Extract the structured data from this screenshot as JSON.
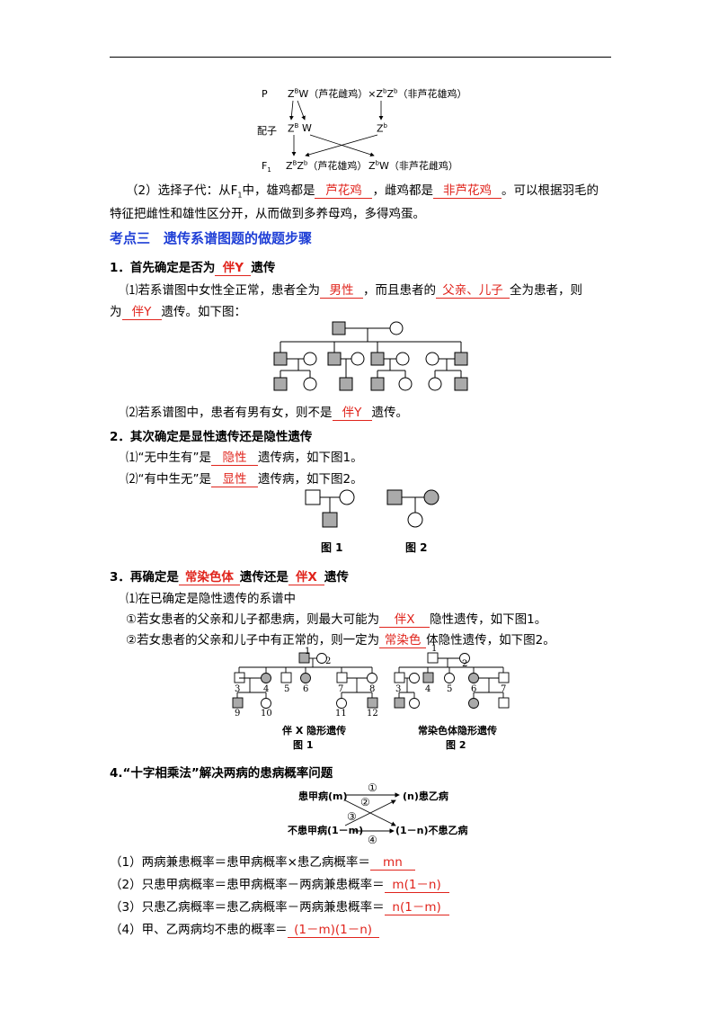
{
  "cross": {
    "p_label": "P",
    "p_left": "Z",
    "p_left_sup": "B",
    "p_left_w": "W（芦花雌鸡）×Z",
    "p_right_sup": "b",
    "p_right_z": "Z",
    "p_right_sup2": "b",
    "p_right_name": "（非芦花雄鸡）",
    "gamete_label": "配子",
    "gamete_zb": "Z",
    "gamete_zb_sup": "B",
    "gamete_w": "W",
    "gamete_right": "Z",
    "gamete_right_sup": "b",
    "f1_label": "F",
    "f1_sub": "1",
    "f1_left_z": "Z",
    "f1_left_sup": "B",
    "f1_left_z2": "Z",
    "f1_left_sup2": "b",
    "f1_left_name": "（芦花雄鸡）",
    "f1_right_z": "Z",
    "f1_right_sup": "b",
    "f1_right_name": "W（非芦花雌鸡）"
  },
  "sec0": {
    "line1_a": "（2）选择子代：从F",
    "line1_sub": "1",
    "line1_b": "中，雄鸡都是",
    "blank1": "芦花鸡",
    "line1_c": "，雌鸡都是",
    "blank2": "非芦花鸡",
    "line1_d": "。可以根据羽毛的",
    "line2": "特征把雌性和雄性区分开，从而做到多养母鸡，多得鸡蛋。"
  },
  "heading3": "考点三　遗传系谱图题的做题步骤",
  "step1": {
    "title_a": "1．首先确定是否为",
    "title_blank": "伴Y",
    "title_b": "遗传",
    "p1_a": "⑴若系谱图中女性全正常，患者全为",
    "p1_blank1": "男性",
    "p1_b": "，而且患者的",
    "p1_blank2": "父亲、儿子",
    "p1_c": "全为患者，则",
    "p2_a": "为",
    "p2_blank": "伴Y",
    "p2_b": "遗传。如下图：",
    "p3_a": "⑵若系谱图中，患者有男有女，则不是",
    "p3_blank": "伴Y",
    "p3_b": "遗传。"
  },
  "step2": {
    "title": "2．其次确定是显性遗传还是隐性遗传",
    "p1_a": "⑴“无中生有”是",
    "p1_blank": "隐性",
    "p1_b": "遗传病，如下图1。",
    "p2_a": "⑵“有中生无”是",
    "p2_blank": "显性",
    "p2_b": "遗传病，如下图2。",
    "fig1": "图 1",
    "fig2": "图 2"
  },
  "step3": {
    "title_a": "3．再确定是",
    "title_blank1": "常染色体",
    "title_b": "遗传还是",
    "title_blank2": "伴X",
    "title_c": "遗传",
    "p1": "⑴在已确定是隐性遗传的系谱中",
    "p2_a": "①若女患者的父亲和儿子都患病，则最大可能为",
    "p2_blank": "伴X",
    "p2_b": "隐性遗传，如下图1。",
    "p3_a": "②若女患者的父亲和儿子中有正常的，则一定为",
    "p3_blank": "常染色",
    "p3_b": "体隐性遗传，如下图2。",
    "fig1_caption": "伴 X 隐形遗传",
    "fig1_label": "图 1",
    "fig2_caption": "常染色体隐形遗传",
    "fig2_label": "图 2",
    "n1": "1",
    "n2": "2",
    "n3": "3",
    "n4": "4",
    "n5": "5",
    "n6": "6",
    "n7": "7",
    "n8": "8",
    "n9": "9",
    "n10": "10",
    "n11": "11",
    "n12": "12"
  },
  "step4": {
    "title": "4.“十字相乘法”解决两病的患病概率问题",
    "d_tl": "患甲病(m)",
    "d_tr": "(n)患乙病",
    "d_bl": "不患甲病(1－m)",
    "d_br": "(1－n)不患乙病",
    "c1": "①",
    "c2": "②",
    "c3": "③",
    "c4": "④",
    "f1_a": "（1）两病兼患概率＝患甲病概率×患乙病概率＝",
    "f1_blank": "mn",
    "f2_a": "（2）只患甲病概率＝患甲病概率－两病兼患概率＝",
    "f2_blank": "m(1－n)",
    "f3_a": "（3）只患乙病概率＝患乙病概率－两病兼患概率＝",
    "f3_blank": "n(1－m)",
    "f4_a": "（4）甲、乙两病均不患的概率＝",
    "f4_blank": "(1－m)(1－n)"
  }
}
